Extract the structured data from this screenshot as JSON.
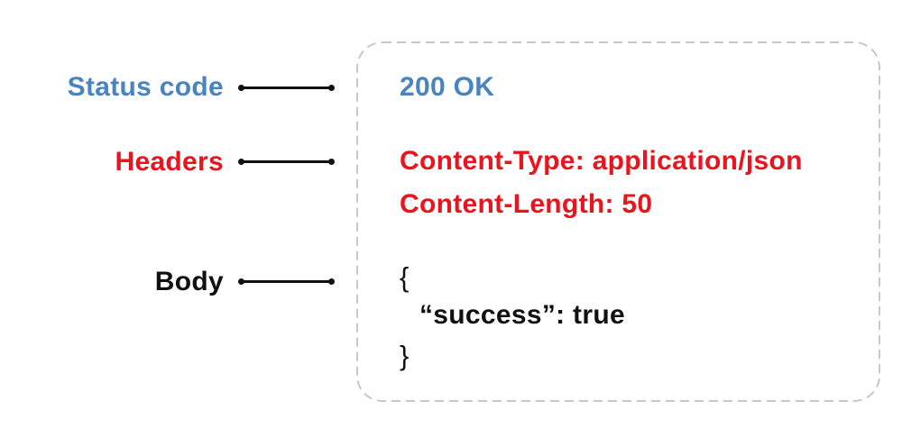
{
  "diagram": {
    "title": "http-response-anatomy",
    "labels": {
      "status_code": {
        "text": "Status code",
        "color": "#4a84c0"
      },
      "headers": {
        "text": "Headers",
        "color": "#e9141d"
      },
      "body": {
        "text": "Body",
        "color": "#111111"
      }
    },
    "response_box": {
      "status_line": "200 OK",
      "headers": [
        "Content-Type: application/json",
        "Content-Length: 50"
      ],
      "body": {
        "open_brace": "{",
        "json_line": "“success”: true",
        "close_brace": "}"
      }
    },
    "colors": {
      "status_blue": "#4a84c0",
      "header_red": "#e9141d",
      "body_black": "#111111",
      "box_border_gray": "#c7c7c7",
      "background": "#ffffff"
    }
  }
}
